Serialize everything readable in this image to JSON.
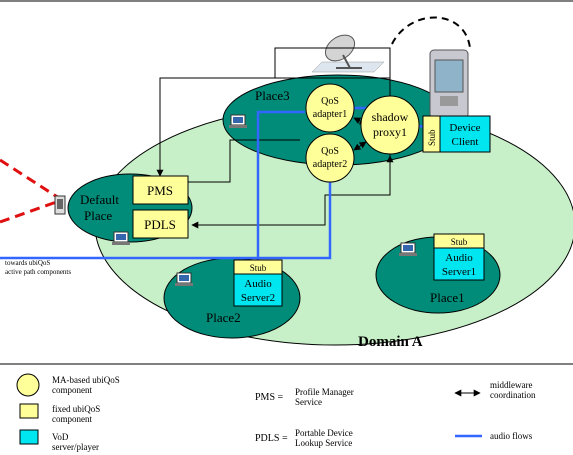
{
  "domain_label": "Domain A",
  "places": {
    "place1": "Place1",
    "place2": "Place2",
    "place3": "Place3",
    "default_line1": "Default",
    "default_line2": "Place"
  },
  "components": {
    "qos_adapter1_line1": "QoS",
    "qos_adapter1_line2": "adapter1",
    "qos_adapter2_line1": "QoS",
    "qos_adapter2_line2": "adapter2",
    "shadow_proxy_line1": "shadow",
    "shadow_proxy_line2": "proxy1",
    "pms": "PMS",
    "pdls": "PDLS",
    "stub": "Stub",
    "device_client_line1": "Device",
    "device_client_line2": "Client",
    "audio_server1_line1": "Audio",
    "audio_server1_line2": "Server1",
    "audio_server2_line1": "Audio",
    "audio_server2_line2": "Server2"
  },
  "side_note": {
    "line1": "towards ubiQoS",
    "line2": "active path components"
  },
  "legend": {
    "ma_line1": "MA-based ubiQoS",
    "ma_line2": "component",
    "fixed_line1": "fixed ubiQoS",
    "fixed_line2": "component",
    "vod_line1": "VoD",
    "vod_line2": "server/player",
    "pms_abbr": "PMS =",
    "pms_line1": "Profile Manager",
    "pms_line2": "Service",
    "pdls_abbr": "PDLS =",
    "pdls_line1": "Portable Device",
    "pdls_line2": "Lookup Service",
    "middleware_line1": "middleware",
    "middleware_line2": "coordination",
    "audio_flows": "audio flows"
  },
  "colors": {
    "domain_fill": "#c8f0c8",
    "place_fill": "#008c78",
    "ma_fill": "#ffff99",
    "fixed_fill": "#ffff99",
    "vod_fill": "#00e6f0",
    "audio_flow": "#3366ff",
    "red_link": "#e01010"
  }
}
